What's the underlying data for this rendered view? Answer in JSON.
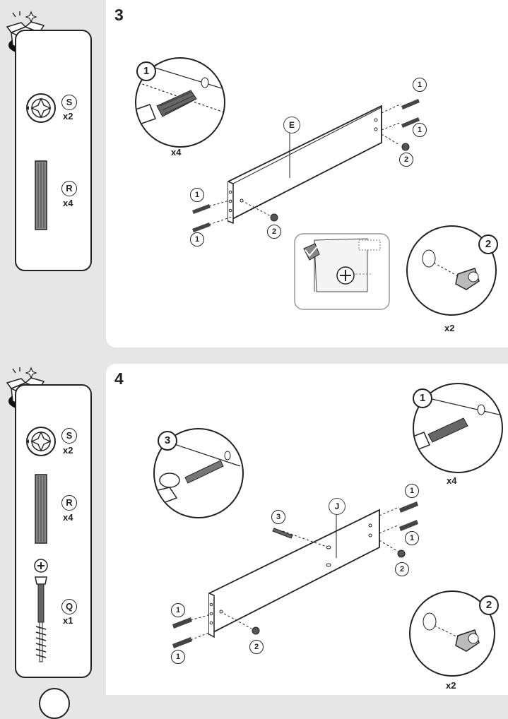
{
  "steps": [
    {
      "number": "3",
      "parts": [
        {
          "label": "S",
          "qty": "x2",
          "icon": "cam-lock-icon"
        },
        {
          "label": "R",
          "qty": "x4",
          "icon": "wooden-dowel-icon"
        }
      ],
      "panel_label": "E",
      "detail_qty_left": "x4",
      "detail_qty_right": "x2",
      "callouts": {
        "dowel": "1",
        "cam": "2"
      }
    },
    {
      "number": "4",
      "parts": [
        {
          "label": "S",
          "qty": "x2",
          "icon": "cam-lock-icon"
        },
        {
          "label": "R",
          "qty": "x4",
          "icon": "wooden-dowel-icon"
        },
        {
          "label": "Q",
          "qty": "x1",
          "icon": "cam-bolt-icon"
        }
      ],
      "panel_label": "J",
      "detail_qty_left": "x4",
      "detail_qty_right": "x2",
      "callouts": {
        "dowel": "1",
        "cam": "2",
        "bolt": "3"
      }
    }
  ],
  "colors": {
    "background": "#e6e6e6",
    "panel": "#ffffff",
    "line": "#222222"
  }
}
